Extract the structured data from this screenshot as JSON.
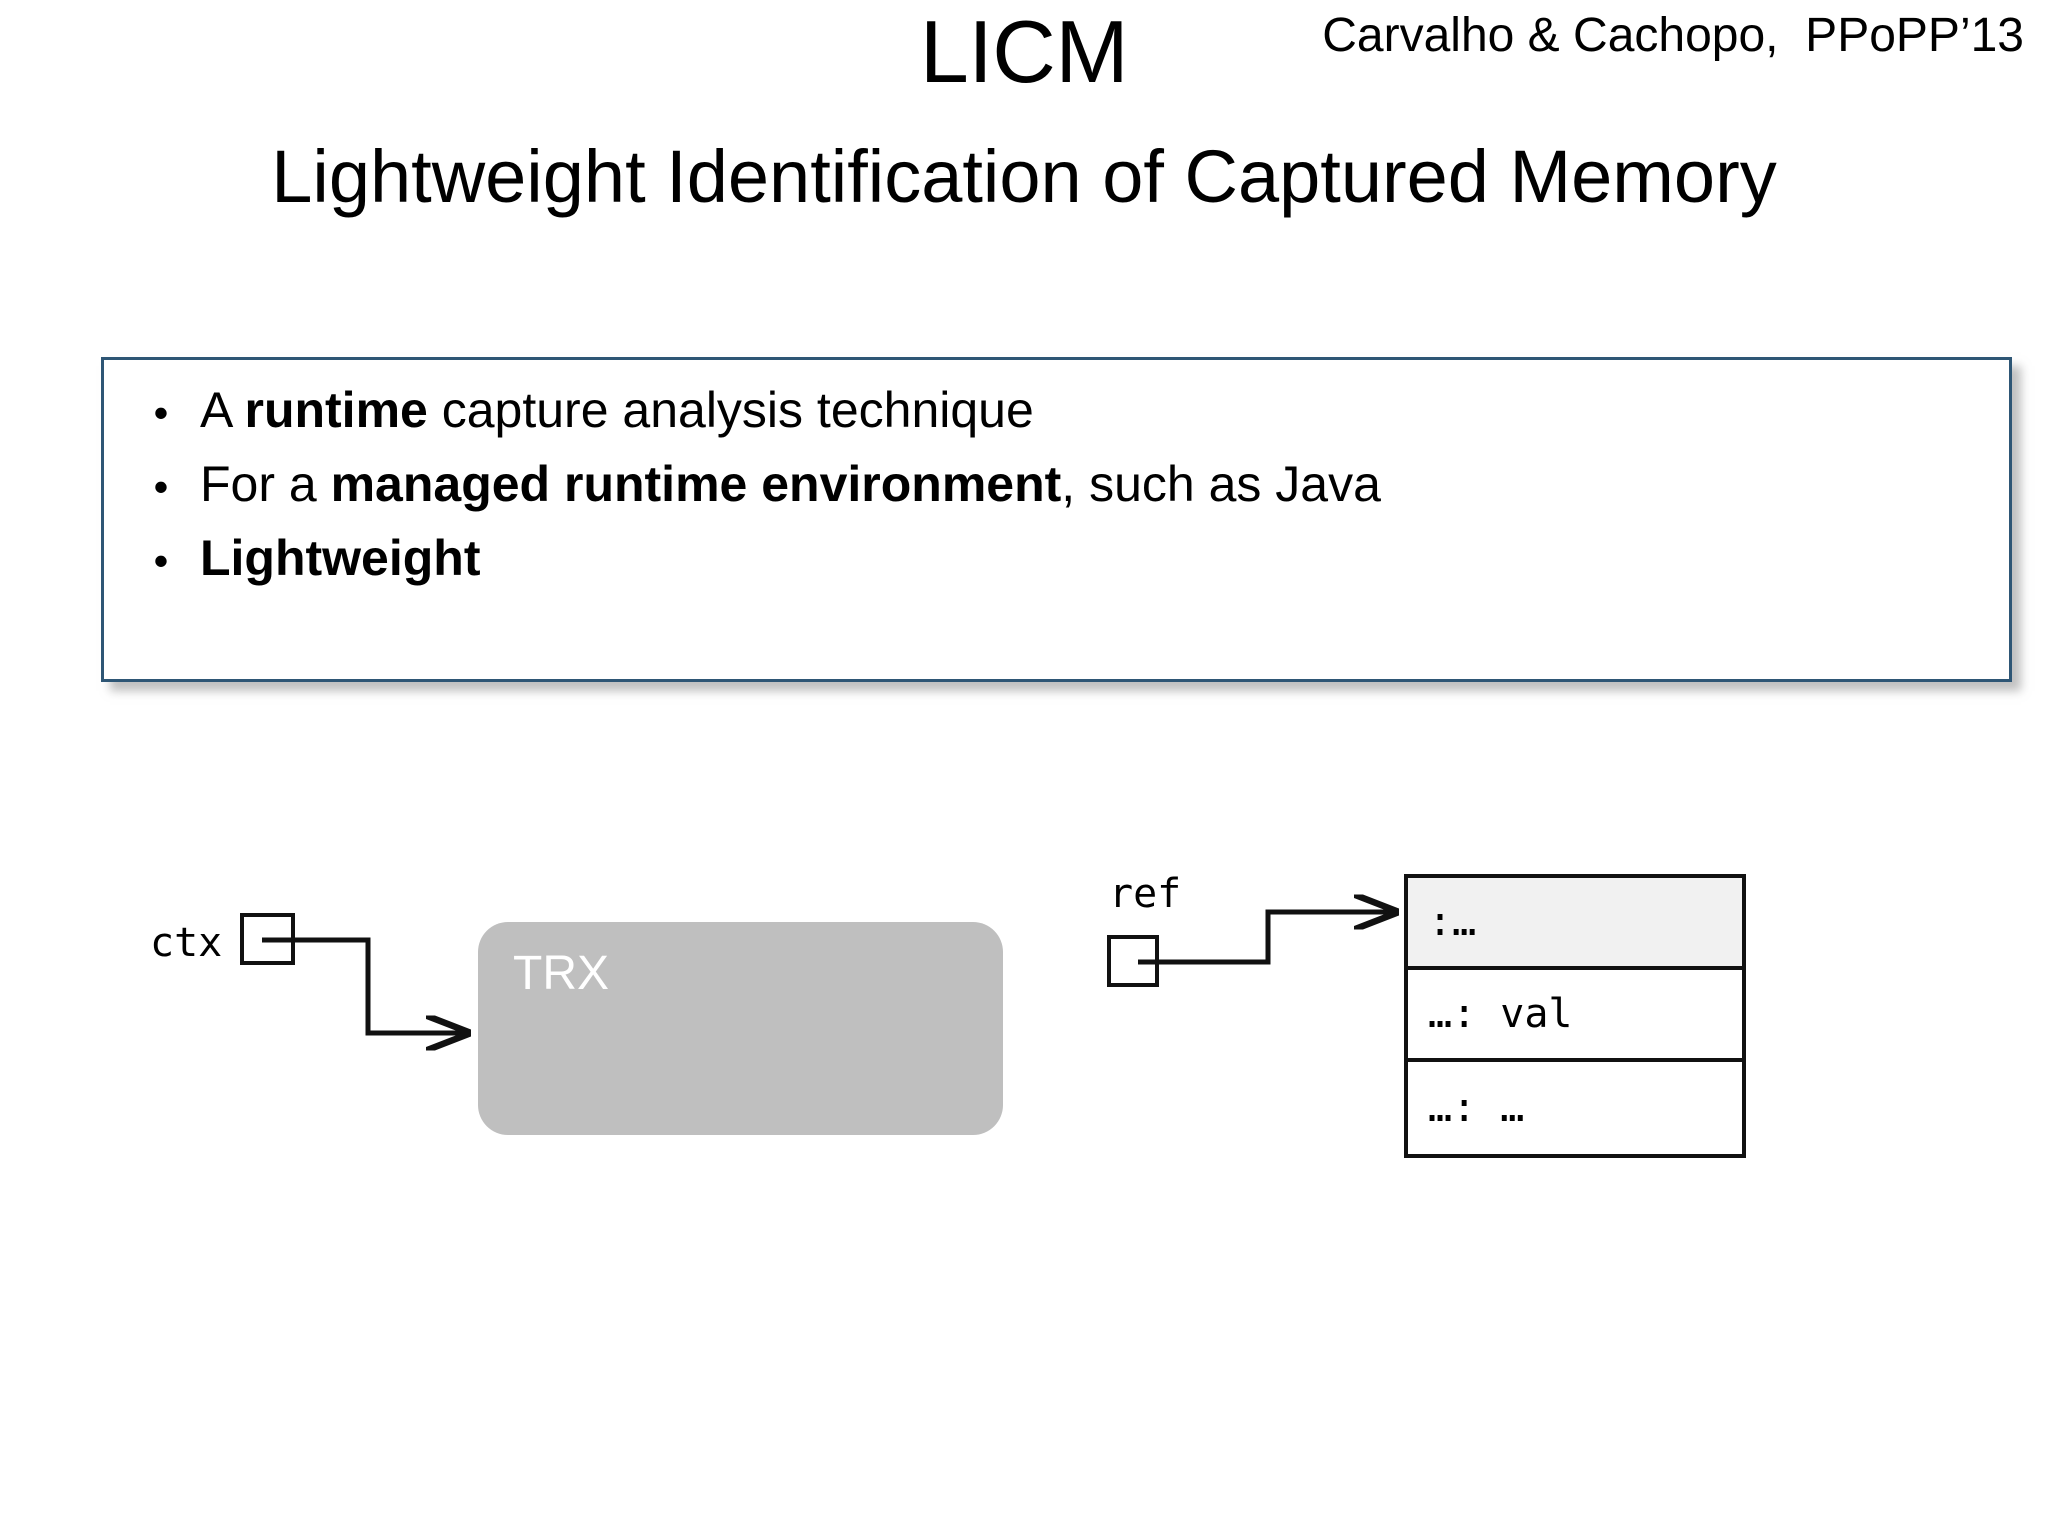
{
  "header": {
    "title": "LICM",
    "subtitle": "Lightweight Identification of Captured Memory",
    "citation": "Carvalho & Cachopo,  PPoPP’13"
  },
  "panel": {
    "bullet_glyph": "•",
    "bullets": [
      {
        "id": "runtime-capture-analysis",
        "prefix": "A ",
        "strong": "runtime",
        "suffix": " capture analysis technique",
        "all_bold": false
      },
      {
        "id": "managed-runtime-environment",
        "prefix": "For a ",
        "strong": "managed runtime environment",
        "suffix": ", such as Java",
        "all_bold": false
      },
      {
        "id": "lightweight",
        "prefix": "",
        "strong": "Lightweight",
        "suffix": "",
        "all_bold": true
      }
    ]
  },
  "diagram": {
    "ctx_label": "ctx",
    "trx_label": "TRX",
    "ref_label": "ref",
    "object_rows": [
      ":…",
      "…: val",
      "…: …"
    ]
  },
  "colors": {
    "panel_border": "#2e5675",
    "trx_fill": "#bfbfbf",
    "trx_text": "#ffffff",
    "table_header_fill": "#f1f1f1",
    "stroke": "#111111",
    "background": "#ffffff"
  }
}
